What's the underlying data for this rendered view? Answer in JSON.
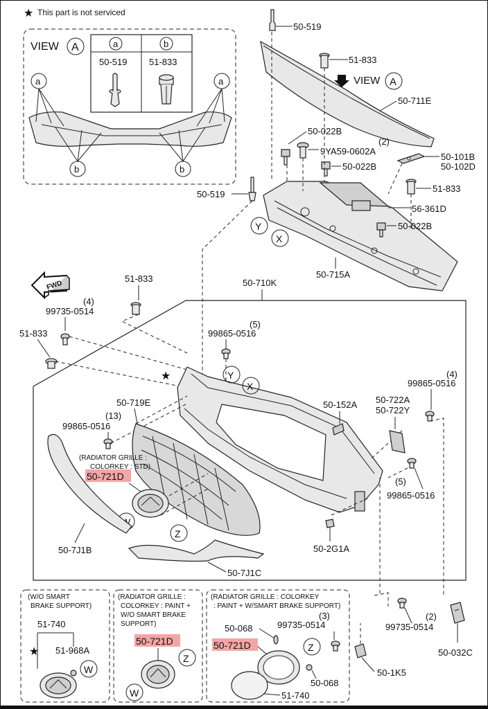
{
  "header": {
    "note_star": "★",
    "note_text": "This part is not serviced"
  },
  "view_a": {
    "title": "VIEW",
    "letter": "A",
    "table": {
      "col_a": "a",
      "col_b": "b",
      "part_a": "50-519",
      "part_b": "51-833"
    },
    "callouts": [
      "a",
      "a",
      "b",
      "b"
    ]
  },
  "fwd_label": "FWD",
  "labels": {
    "p50_519_top": "50-519",
    "p51_833_top": "51-833",
    "view_arrow": "VIEW",
    "view_arrow_letter": "A",
    "p50_711e": "50-711E",
    "p50_022b_1": "50-022B",
    "p9ya59_qty": "(2)",
    "p9ya59": "9YA59-0602A",
    "p50_101b": "50-101B",
    "p50_102d": "50-102D",
    "p50_022b_2": "50-022B",
    "p51_833_mid": "51-833",
    "p50_519_left": "50-519",
    "p56_361d": "56-361D",
    "p50_022b_3": "50-022B",
    "circ_y1": "Y",
    "circ_x1": "X",
    "p50_715a": "50-715A",
    "p51_833_left": "51-833",
    "p50_710k": "50-710K",
    "p99735_qty1": "(4)",
    "p99735_1": "99735-0514",
    "p51_833_left2": "51-833",
    "p99865_qty1": "(5)",
    "p99865_1": "99865-0516",
    "star_grille": "★",
    "circ_y2": "Y",
    "circ_x2": "X",
    "p99865_qty2": "(4)",
    "p99865_2": "99865-0516",
    "p50_719e": "50-719E",
    "p50_152a": "50-152A",
    "p50_722a": "50-722A",
    "p50_722y": "50-722Y",
    "p99865_qty3": "(13)",
    "p99865_3": "99865-0516",
    "radiator_note_1": "(RADIATOR GRILLE :",
    "radiator_note_2": "COLORKEY : STD)",
    "p50_721d_main": "50-721D",
    "p99865_qty4": "(5)",
    "p99865_4": "99865-0516",
    "circ_w1": "W",
    "circ_z1": "Z",
    "p50_7j1b": "50-7J1B",
    "p50_2g1a": "50-2G1A",
    "p50_7j1c": "50-7J1C"
  },
  "bottom": {
    "box1": {
      "note_1": "(W/O SMART",
      "note_2": "BRAKE SUPPORT)",
      "p51_740": "51-740",
      "star": "★",
      "p51_968a": "51-968A",
      "circ_w": "W"
    },
    "box2": {
      "note_1": "(RADIATOR GRILLE :",
      "note_2": "COLORKEY : PAINT +",
      "note_3": "W/O SMART BRAKE",
      "note_4": "SUPPORT)",
      "p50_721d": "50-721D",
      "circ_z": "Z",
      "circ_w": "W"
    },
    "box3": {
      "note_1": "(RADIATOR GRILLE : COLORKEY",
      "note_2": ": PAINT + W/SMART BRAKE SUPPORT)",
      "p50_068_1": "50-068",
      "p99735_qty": "(3)",
      "p99735": "99735-0514",
      "p50_721d": "50-721D",
      "circ_z": "Z",
      "p50_068_2": "50-068",
      "p51_740": "51-740"
    },
    "right": {
      "p99735_qty": "(2)",
      "p99735": "99735-0514",
      "p50_032c": "50-032C",
      "p50_1k5": "50-1K5"
    }
  }
}
